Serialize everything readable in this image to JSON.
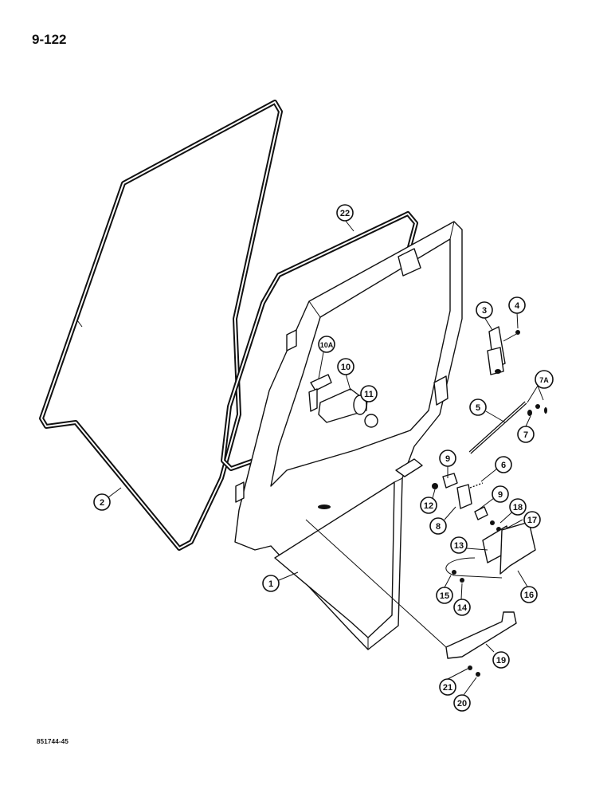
{
  "page_number": "9-122",
  "document_code": "851744-45",
  "callouts": [
    {
      "id": "c-2",
      "label": "2"
    },
    {
      "id": "c-22",
      "label": "22"
    },
    {
      "id": "c-1",
      "label": "1"
    },
    {
      "id": "c-3",
      "label": "3"
    },
    {
      "id": "c-4",
      "label": "4"
    },
    {
      "id": "c-10A",
      "label": "10A"
    },
    {
      "id": "c-10",
      "label": "10"
    },
    {
      "id": "c-11",
      "label": "11"
    },
    {
      "id": "c-5",
      "label": "5"
    },
    {
      "id": "c-7A",
      "label": "7A"
    },
    {
      "id": "c-7",
      "label": "7"
    },
    {
      "id": "c-9a",
      "label": "9"
    },
    {
      "id": "c-6",
      "label": "6"
    },
    {
      "id": "c-9b",
      "label": "9"
    },
    {
      "id": "c-12",
      "label": "12"
    },
    {
      "id": "c-18",
      "label": "18"
    },
    {
      "id": "c-8",
      "label": "8"
    },
    {
      "id": "c-17",
      "label": "17"
    },
    {
      "id": "c-13",
      "label": "13"
    },
    {
      "id": "c-15",
      "label": "15"
    },
    {
      "id": "c-14",
      "label": "14"
    },
    {
      "id": "c-16",
      "label": "16"
    },
    {
      "id": "c-19",
      "label": "19"
    },
    {
      "id": "c-21",
      "label": "21"
    },
    {
      "id": "c-20",
      "label": "20"
    }
  ]
}
